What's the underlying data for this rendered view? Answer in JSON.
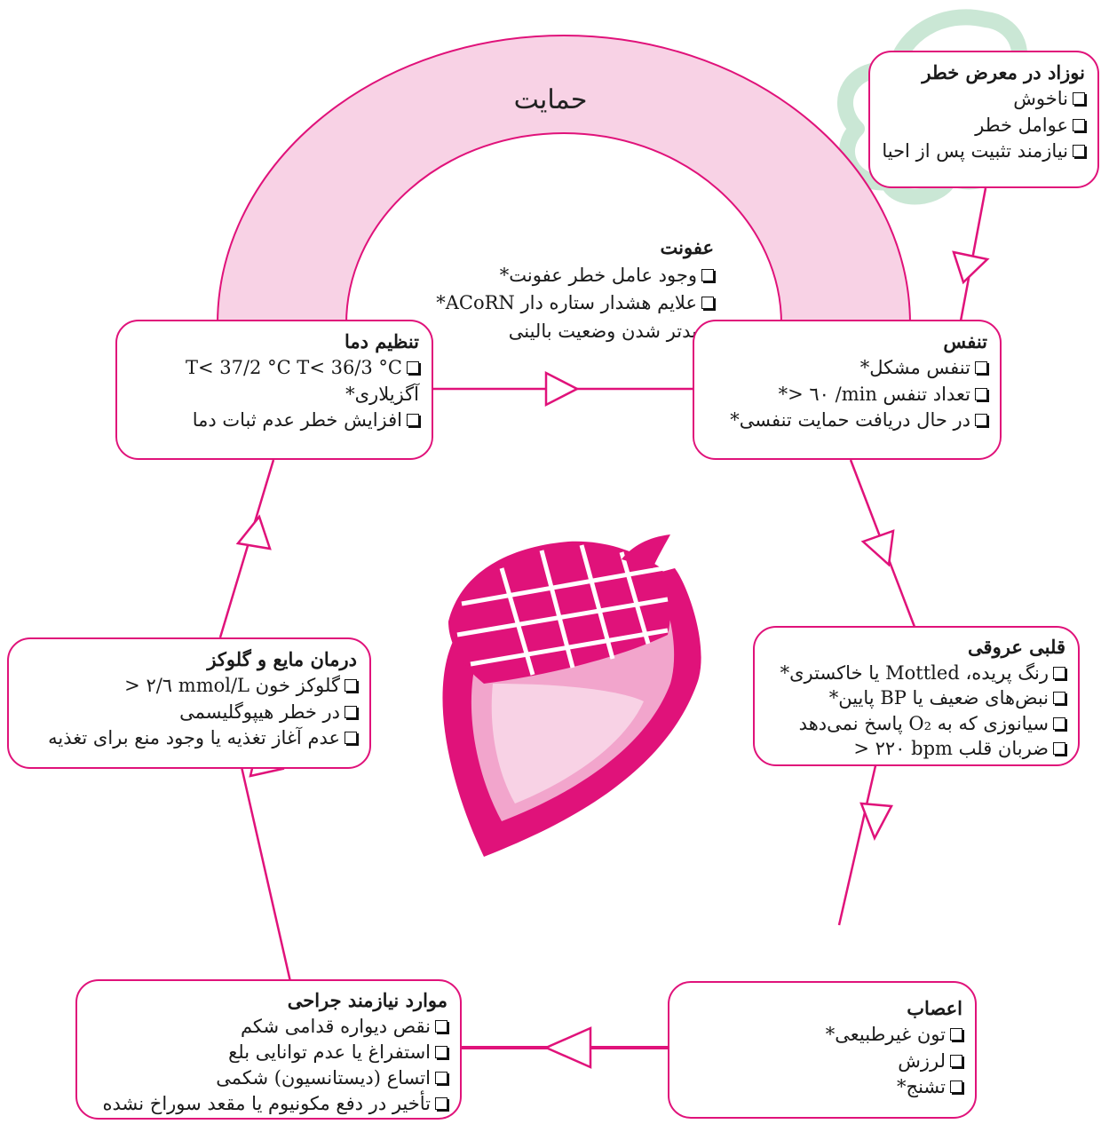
{
  "colors": {
    "accent": "#e0127a",
    "arch_fill": "#f8d2e5",
    "logo_green": "#9fd4b3"
  },
  "arch_label": "حمایت",
  "boxes": {
    "at_risk": {
      "title": "نوزاد در معرض خطر",
      "items": [
        "ناخوش",
        "عوامل خطر",
        "نیازمند تثبیت پس از احیا"
      ]
    },
    "infection": {
      "title": "عفونت",
      "items": [
        "وجود عامل خطر عفونت*",
        "علایم هشدار ستاره دار ACoRN*",
        "بدتر شدن وضعیت بالینی"
      ]
    },
    "respiration": {
      "title": "تنفس",
      "items": [
        "تنفس مشکل*",
        "تعداد تنفس min/ ٦٠ <*",
        "در حال دریافت حمایت تنفسی*"
      ]
    },
    "temperature": {
      "title": "تنظیم دما",
      "items": [
        "T< 37/2 °C T< 36/3 °C آگزیلاری*",
        "افزایش خطر عدم ثبات دما"
      ]
    },
    "cardio": {
      "title": "قلبی عروقی",
      "items": [
        "رنگ پریده، Mottled یا خاکستری*",
        "نبض‌های ضعیف یا BP پایین*",
        "سیانوزی که به O₂ پاسخ نمی‌دهد",
        "ضربان قلب bpm ٢٢٠ <"
      ]
    },
    "fluids": {
      "title": "درمان مایع و گلوکز",
      "items": [
        "گلوکز خون mmol/L ٢/٦ <",
        "در خطر هیپوگلیسمی",
        "عدم آغاز تغذیه یا وجود منع برای تغذیه"
      ]
    },
    "neuro": {
      "title": "اعصاب",
      "items": [
        "تون غیرطبیعی*",
        "لرزش",
        "تشنج*"
      ]
    },
    "surgical": {
      "title": "موارد نیازمند جراحی",
      "items": [
        "نقص دیواره قدامی شکم",
        "استفراغ یا عدم توانایی بلع",
        "اتساع (دیستانسیون) شکمی",
        "تأخیر در دفع مکونیوم یا مقعد سوراخ نشده"
      ]
    }
  }
}
